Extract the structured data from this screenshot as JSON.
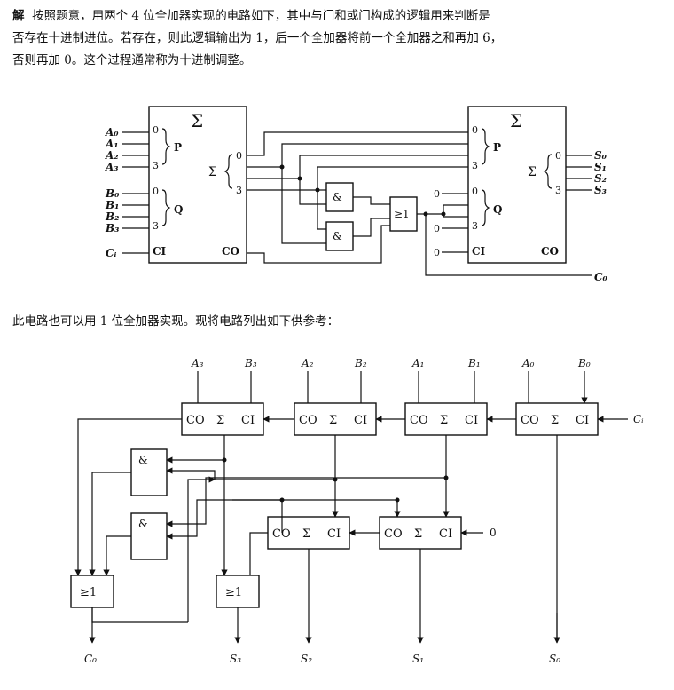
{
  "text": {
    "solution_mark": "解",
    "para1_line1": "按照题意，用两个 4 位全加器实现的电路如下，其中与门和或门构成的逻辑用来判断是",
    "para1_line2": "否存在十进制进位。若存在，则此逻辑输出为 1，后一个全加器将前一个全加器之和再加 6，",
    "para1_line3": "否则再加 0。这个过程通常称为十进制调整。",
    "para2": "此电路也可以用 1 位全加器实现。现将电路列出如下供参考："
  },
  "diagram1": {
    "sigma": "Σ",
    "input_A": [
      "A₀",
      "A₁",
      "A₂",
      "A₃"
    ],
    "input_B": [
      "B₀",
      "B₁",
      "B₂",
      "B₃"
    ],
    "input_ci": "Cᵢ",
    "outputs_S": [
      "S₀",
      "S₁",
      "S₂",
      "S₃"
    ],
    "carry_out": "C₀",
    "pin_P": "P",
    "pin_Q": "Q",
    "pin_CI": "CI",
    "pin_CO": "CO",
    "pin_0": "0",
    "pin_3": "3",
    "const_0": "0",
    "and_gate": "&",
    "or_gate": "≥1"
  },
  "diagram2": {
    "top_inputs": [
      "A₃",
      "B₃",
      "A₂",
      "B₂",
      "A₁",
      "B₁",
      "A₀",
      "B₀"
    ],
    "adder_label": [
      "CO",
      "Σ",
      "CI"
    ],
    "ci_input": "Cᵢ",
    "zero_input": "0",
    "and_gate": "&",
    "or_gate": "≥1",
    "bottom_outputs": [
      "C₀",
      "S₃",
      "S₂",
      "S₁",
      "S₀"
    ]
  }
}
